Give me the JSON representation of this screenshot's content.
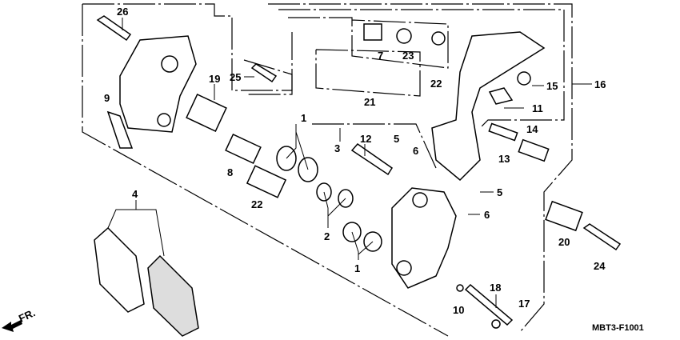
{
  "diagram": {
    "code": "MBT3-F1001",
    "direction_label": "FR.",
    "callouts": {
      "c26": "26",
      "c19": "19",
      "c25": "25",
      "c7": "7",
      "c23": "23",
      "c22a": "22",
      "c21": "21",
      "c15": "15",
      "c16": "16",
      "c11": "11",
      "c9": "9",
      "c1a": "1",
      "c3": "3",
      "c12": "12",
      "c5a": "5",
      "c6a": "6",
      "c14": "14",
      "c13": "13",
      "c8": "8",
      "c22b": "22",
      "c2": "2",
      "c4": "4",
      "c5b": "5",
      "c6b": "6",
      "c20": "20",
      "c24": "24",
      "c1b": "1",
      "c18": "18",
      "c10": "10",
      "c17": "17"
    }
  }
}
